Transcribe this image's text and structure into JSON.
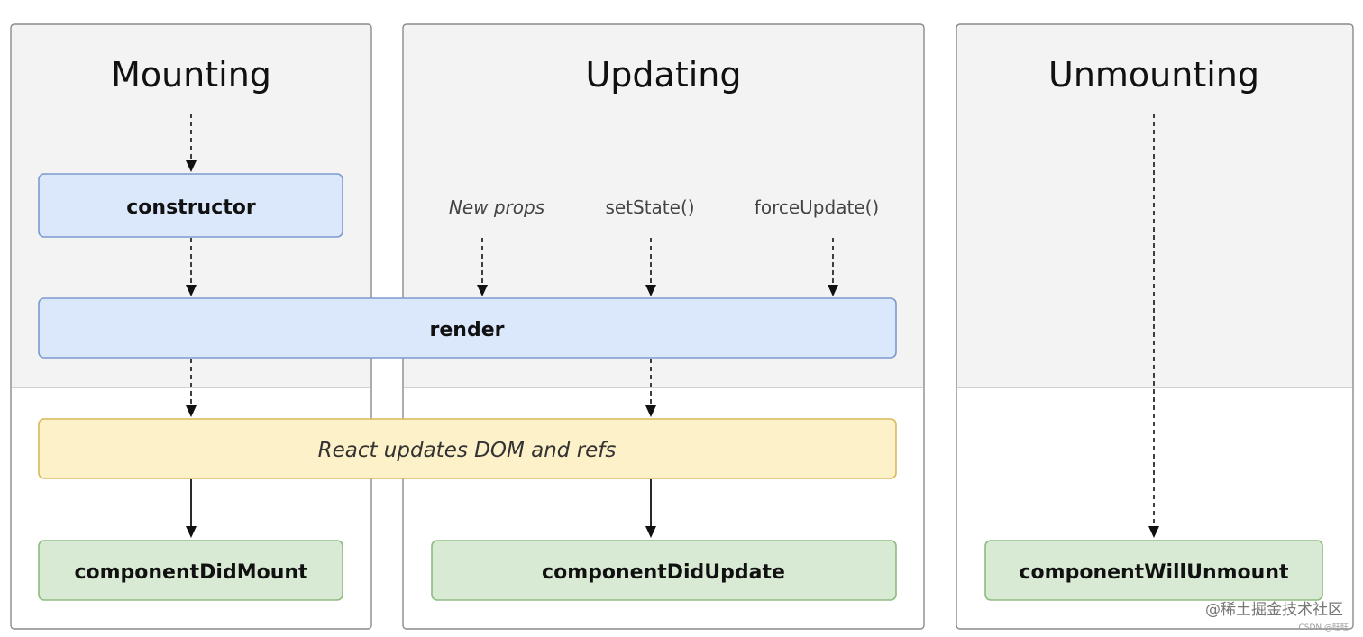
{
  "phases": {
    "mounting": {
      "title": "Mounting"
    },
    "updating": {
      "title": "Updating",
      "triggers": [
        "New props",
        "setState()",
        "forceUpdate()"
      ]
    },
    "unmounting": {
      "title": "Unmounting"
    }
  },
  "boxes": {
    "constructor": "constructor",
    "render": "render",
    "dom_update": "React updates DOM and refs",
    "did_mount": "componentDidMount",
    "did_update": "componentDidUpdate",
    "will_unmount": "componentWillUnmount"
  },
  "colors": {
    "render_phase": "#dbe8fc",
    "commit_phase": "#fdf1c9",
    "lifecycle_method": "#d8ead3"
  },
  "watermark": {
    "main": "@稀土掘金技术社区",
    "small": "CSDN @旺旺"
  }
}
